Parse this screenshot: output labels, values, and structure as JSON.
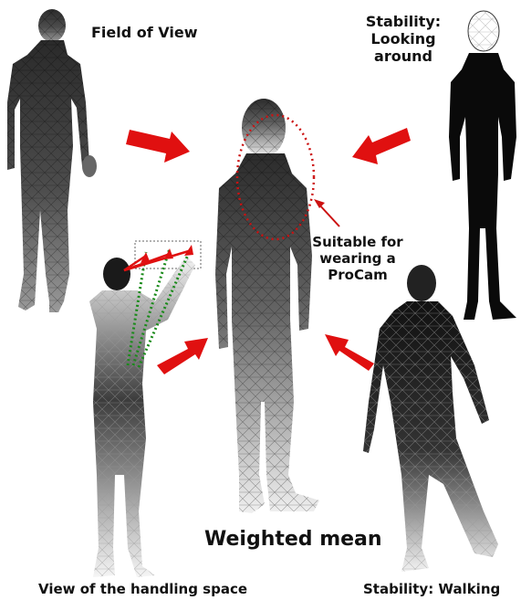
{
  "labels": {
    "field_of_view": "Field of View",
    "stability_looking_line1": "Stability:",
    "stability_looking_line2": "Looking around",
    "suitable_line1": "Suitable for",
    "suitable_line2": "wearing a",
    "suitable_line3": "ProCam",
    "weighted_mean": "Weighted mean",
    "handling_space": "View of the handling space",
    "stability_walking": "Stability: Walking"
  },
  "colors": {
    "arrow": "#e01010",
    "highlight_ellipse": "#cc1111",
    "mesh_dark": "#1a1a1a",
    "mesh_light": "#f2f2f2",
    "sight_lines": "#1a8a1a"
  }
}
